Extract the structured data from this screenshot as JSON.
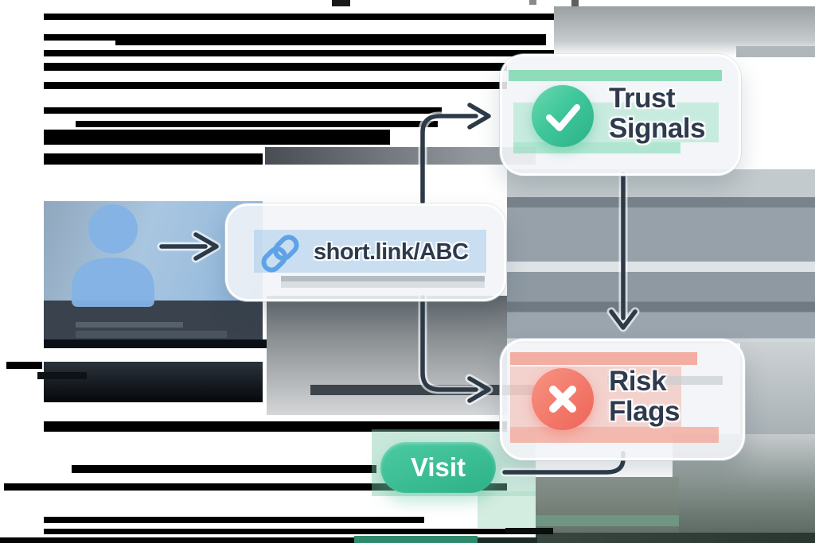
{
  "diagram": {
    "user": {
      "icon": "user-icon"
    },
    "link_card": {
      "label": "short.link/ABC",
      "icon": "link-icon"
    },
    "trust_card": {
      "label": "Trust Signals",
      "icon": "check-icon"
    },
    "risk_card": {
      "label": "Risk Flags",
      "icon": "x-icon"
    },
    "visit_button": {
      "label": "Visit"
    },
    "colors": {
      "connector": "#2d3a48",
      "label_text": "#2e3a4d",
      "trust_green": "#3fc79b",
      "risk_red": "#f3796a",
      "visit_green": "#3bbd93",
      "link_blue": "#5ea2e8",
      "user_blue": "#84b3e6"
    }
  }
}
